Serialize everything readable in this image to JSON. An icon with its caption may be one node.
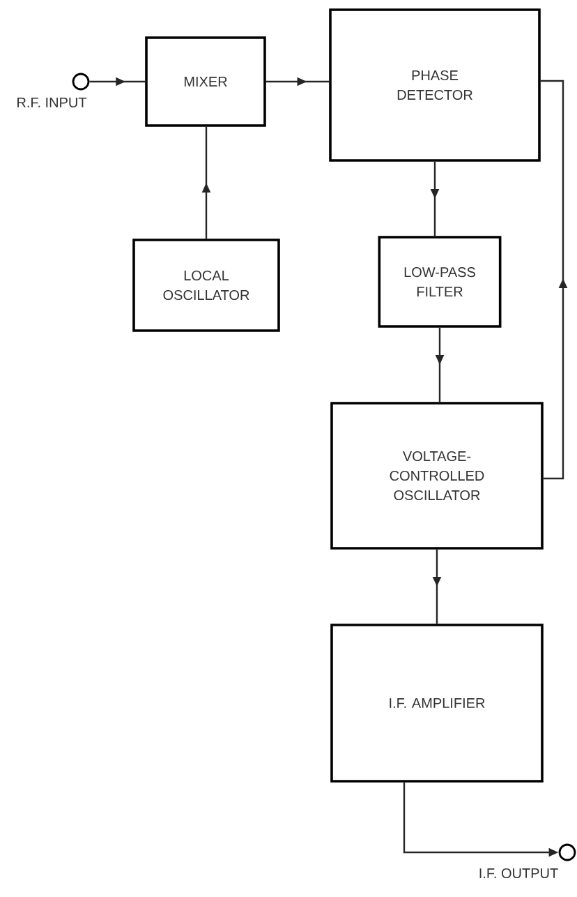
{
  "diagram": {
    "nodes": [
      {
        "text": [],
        "shape": "circle",
        "beside": [
          "R.F. INPUT"
        ]
      },
      {
        "text": [
          "MIXER"
        ]
      },
      {
        "text": [
          "PHASE DETECTOR"
        ]
      },
      {
        "text": [
          "LOCAL OSCILLATOR"
        ]
      },
      {
        "text": [
          "LOW-PASS FILTER"
        ]
      },
      {
        "text": [
          "VOLTAGE- CONTROLLED OSCILLATOR"
        ]
      },
      {
        "text": [
          "I.F. AMPLIFIER"
        ]
      },
      {
        "text": [],
        "shape": "circle",
        "beside": [
          "I.F. OUTPUT"
        ]
      }
    ],
    "edges": [
      {
        "from": 0,
        "to": 1,
        "arrow": "to"
      },
      {
        "from": 1,
        "to": 2,
        "arrow": "to"
      },
      {
        "from": 3,
        "to": 1,
        "arrow": "to"
      },
      {
        "from": 2,
        "to": 4,
        "arrow": "to"
      },
      {
        "from": 4,
        "to": 5,
        "arrow": "to"
      },
      {
        "from": 5,
        "to": 2,
        "arrow": "to"
      },
      {
        "from": 5,
        "to": 6,
        "arrow": "to"
      },
      {
        "from": 6,
        "to": 7,
        "arrow": "to"
      }
    ]
  }
}
